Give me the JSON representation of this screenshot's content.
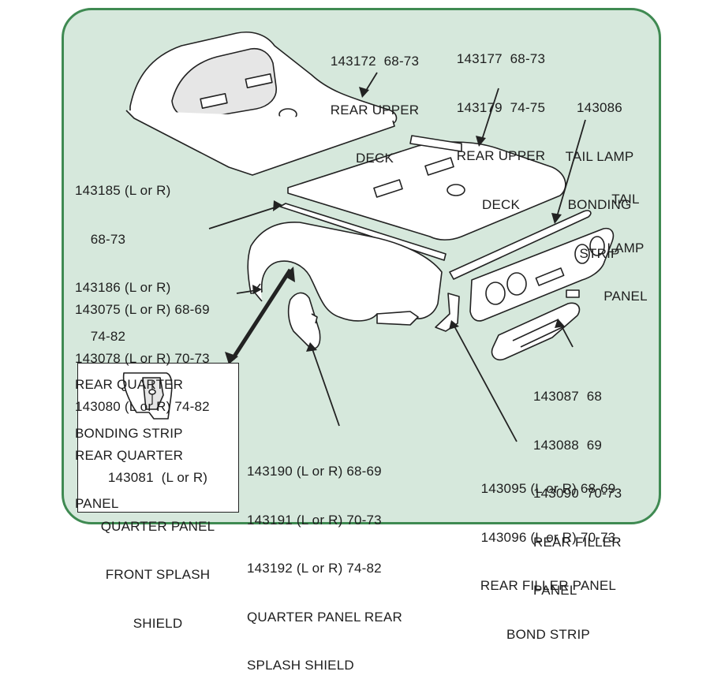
{
  "diagram": {
    "labels": {
      "rear_upper_deck_a": [
        "143172  68-73",
        "REAR UPPER",
        "DECK"
      ],
      "rear_upper_deck_b": [
        "143177  68-73",
        "143179  74-75",
        "REAR UPPER",
        "DECK"
      ],
      "tail_lamp_bonding_strip": [
        "143086",
        "TAIL LAMP",
        "BONDING",
        "STRIP"
      ],
      "tail_lamp_panel": [
        "TAIL",
        "LAMP",
        "PANEL"
      ],
      "rear_quarter_bonding_strip": [
        "143185 (L or R)",
        "    68-73",
        "143186 (L or R)",
        "    74-82",
        "REAR QUARTER",
        "BONDING STRIP"
      ],
      "rear_quarter_panel": [
        "143075 (L or R) 68-69",
        "143078 (L or R) 70-73",
        "143080 (L or R) 74-82",
        "REAR QUARTER",
        "PANEL"
      ],
      "rear_filler_panel": [
        "143087  68",
        "143088  69",
        "143090  70-73",
        "REAR FILLER",
        "PANEL"
      ],
      "front_splash_shield": [
        "143081  (L or R)",
        "QUARTER PANEL",
        "FRONT SPLASH",
        "SHIELD"
      ],
      "rear_splash_shield": [
        "143190 (L or R) 68-69",
        "143191 (L or R) 70-73",
        "143192 (L or R) 74-82",
        "QUARTER PANEL REAR",
        "SPLASH SHIELD"
      ],
      "filler_panel_bond_strip": [
        "143095 (L or R) 68-69",
        "143096 (L or R) 70-73",
        "REAR FILLER PANEL",
        "BOND STRIP"
      ]
    },
    "colors": {
      "background": "#d6e8dc",
      "frame_border": "#3f8a52",
      "line": "#222222",
      "part_fill": "#ffffff"
    }
  }
}
